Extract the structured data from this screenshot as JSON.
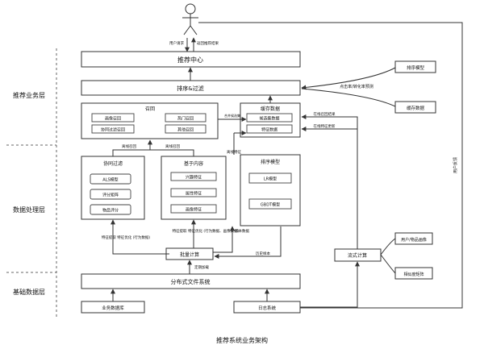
{
  "layers": {
    "business": "推荐业务层",
    "data": "数据处理层",
    "base": "基础数据层"
  },
  "user_labels": {
    "request": "用户请求",
    "result": "返回推荐结果"
  },
  "boxes": {
    "recommend_center": "推荐中心",
    "rank_filter": "排序&过滤",
    "recall": "召回",
    "recall_items": [
      "画像召回",
      "热门召回",
      "协同过滤召回",
      "其他召回"
    ],
    "cache": "缓存数据",
    "cache_items": [
      "候选集数据",
      "特征数据"
    ],
    "cf": "协同过滤",
    "cf_items": [
      "ALS模型",
      "评分矩阵",
      "物品评分"
    ],
    "content": "基于内容",
    "content_items": [
      "兴趣特征",
      "属性特征",
      "画像特征"
    ],
    "rank_model": "排序模型",
    "rank_model_items": [
      "LR模型",
      "GBDT模型"
    ],
    "batch": "批量计算",
    "stream": "流式计算",
    "dfs": "分布式文件系统",
    "biz_db": "业务数据库",
    "log_system": "日志系统",
    "right_rank_model": "排序模型",
    "right_cache": "缓存数据",
    "user_item": "用户/物品画像",
    "similarity": "相似度矩阵"
  },
  "edge_labels": {
    "ctr": "点击率/转化率预测",
    "merge": "合并候选集",
    "cf_recall": "离线召回",
    "content_recall": "离线召回",
    "rank_feature": "离线特征",
    "online_recall": "在线召回结果",
    "online_feature": "在线特征更新",
    "user_feedback": "用户反馈",
    "features": "特征提取 特征优化 (行为数据、画像数据)",
    "cf_feature": "特征提取 特征优化 (行为数据)",
    "sample": "样本数据",
    "history_sample": "历史样本",
    "timing": "定期加载"
  },
  "caption": "推荐系统业务架构"
}
